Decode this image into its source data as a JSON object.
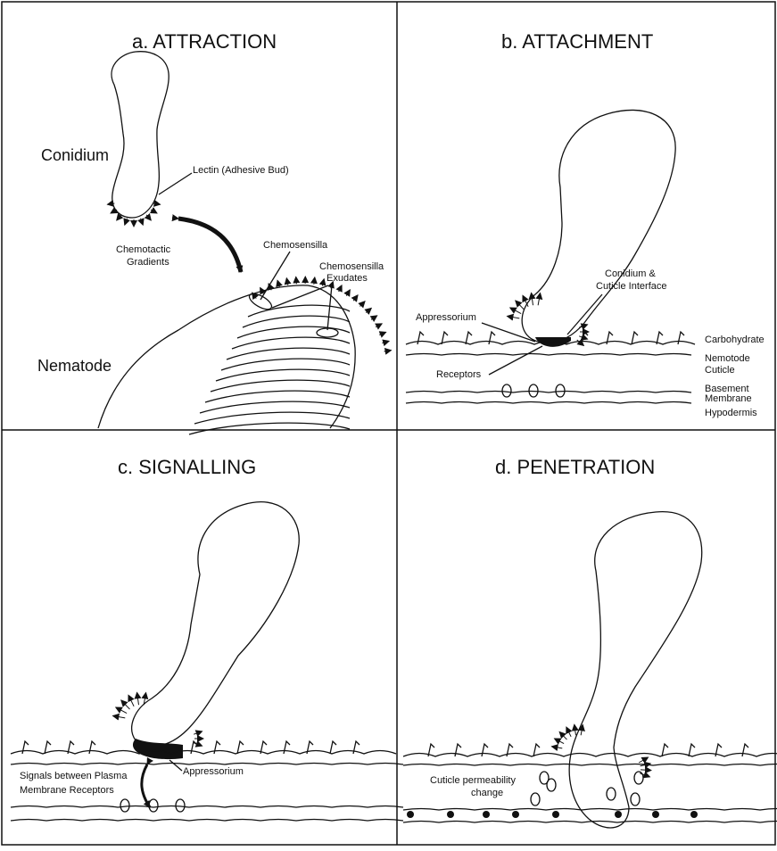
{
  "panels": {
    "a": {
      "title": "a.  ATTRACTION",
      "labels": {
        "conidium": "Conidium",
        "lectin": "Lectin (Adhesive Bud)",
        "chemotactic1": "Chemotactic",
        "chemotactic2": "Gradients",
        "chemosensilla": "Chemosensilla",
        "exudates1": "Chemosensilla",
        "exudates2": "Exudates",
        "nematode": "Nematode"
      }
    },
    "b": {
      "title": "b.  ATTACHMENT",
      "labels": {
        "interface1": "Conidium &",
        "interface2": "Cuticle Interface",
        "appressorium": "Appressorium",
        "carbohydrate": "Carbohydrate",
        "cuticle1": "Nemotode",
        "cuticle2": "Cuticle",
        "receptors": "Receptors",
        "basement1": "Basement",
        "basement2": "Membrane",
        "hypodermis": "Hypodermis"
      }
    },
    "c": {
      "title": "c.  SIGNALLING",
      "labels": {
        "signals1": "Signals between Plasma",
        "signals2": "Membrane Receptors",
        "appressorium": "Appressorium"
      }
    },
    "d": {
      "title": "d.  PENETRATION",
      "labels": {
        "perm1": "Cuticle permeability",
        "perm2": "change"
      }
    }
  }
}
